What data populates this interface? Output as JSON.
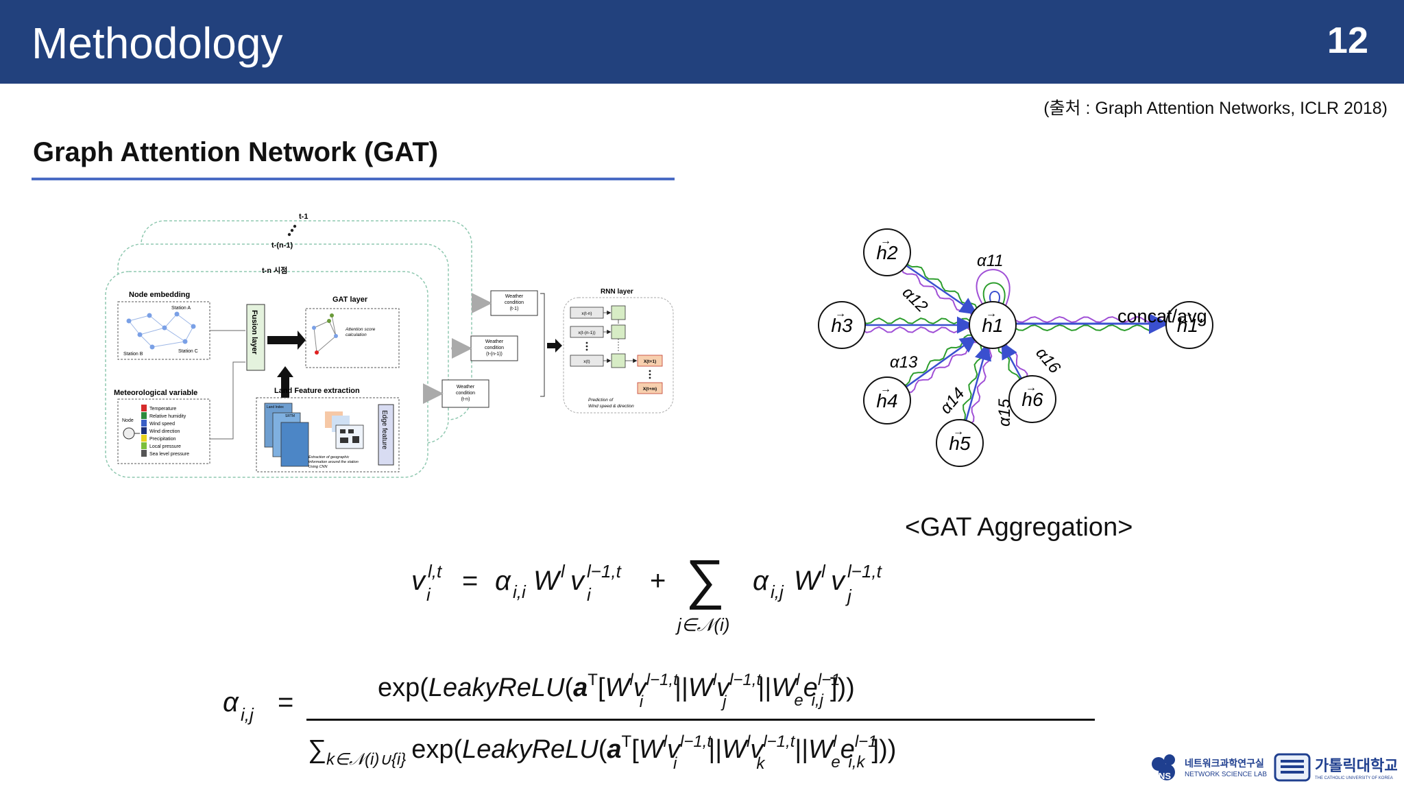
{
  "header": {
    "title": "Methodology",
    "page_number": "12"
  },
  "source": "(출처 : Graph Attention Networks, ICLR 2018)",
  "section_title": "Graph Attention Network (GAT)",
  "diagram": {
    "time_labels": [
      "t-1",
      "t-(n-1)",
      "t-n 시점"
    ],
    "node_embedding": "Node embedding",
    "stations": [
      "Station A",
      "Station B",
      "Station C"
    ],
    "fusion_layer": "Fusion layer",
    "gat_layer": "GAT layer",
    "attention_note": "Attention score calculation",
    "land_feature": "Land Feature extraction",
    "edge_feature": "Edge feature",
    "land_small": [
      "Land Index",
      "SRTM"
    ],
    "extraction_note": "Extraction of geographic information around the station Using CNN",
    "meteo_title": "Meteorological variable",
    "node_label": "Node",
    "meteo_vars": [
      "Temperature",
      "Relative humidity",
      "Wind speed",
      "Wind direction",
      "Precipitation",
      "Local pressure",
      "Sea level pressure"
    ],
    "weather_labels": [
      "Weather condition (t-1)",
      "Weather condition (t-(n-1))",
      "Weather condition (t-n)"
    ],
    "rnn_layer": "RNN layer",
    "rnn_inputs": [
      "x(t-n)",
      "x(t-(n-1))",
      "x(t)"
    ],
    "rnn_outputs": [
      "X(t+1)",
      "X(t+m)"
    ],
    "prediction_note": "Prediction of Wind speed & direction"
  },
  "graph": {
    "nodes": [
      "h2",
      "h3",
      "h4",
      "h5",
      "h6",
      "h1",
      "h1'"
    ],
    "alphas": [
      "α11",
      "α12",
      "α13",
      "α14",
      "α15",
      "α16"
    ],
    "concat_label": "concat/avg",
    "caption": "<GAT Aggregation>"
  },
  "logos": {
    "lab_kr": "네트워크과학연구실",
    "lab_en": "NETWORK SCIENCE LAB",
    "uni_kr": "가톨릭대학교",
    "uni_en": "THE CATHOLIC UNIVERSITY OF KOREA",
    "ns": "NS"
  },
  "colors": {
    "header": "#22417d",
    "rule": "#4a6bc4",
    "blue_path": "#3a4fcf",
    "green_path": "#2c9d2c",
    "purple_path": "#a04fd6"
  }
}
